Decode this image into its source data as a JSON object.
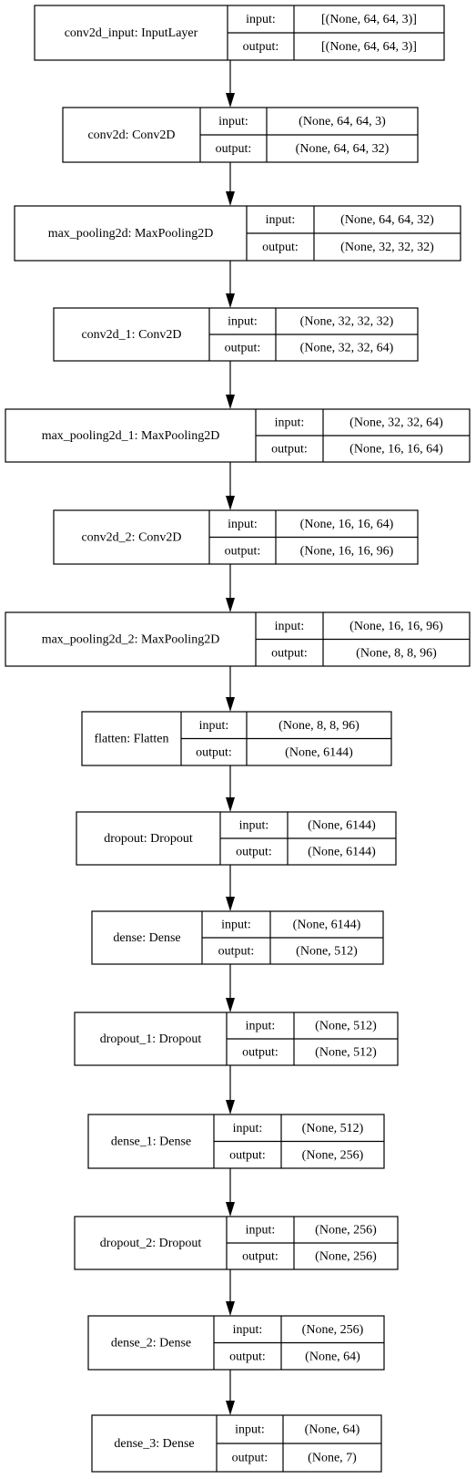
{
  "diagram": {
    "labels": {
      "input": "input:",
      "output": "output:"
    },
    "layers": [
      {
        "name": "conv2d_input: InputLayer",
        "input": "[(None, 64, 64, 3)]",
        "output": "[(None, 64, 64, 3)]"
      },
      {
        "name": "conv2d: Conv2D",
        "input": "(None, 64, 64, 3)",
        "output": "(None, 64, 64, 32)"
      },
      {
        "name": "max_pooling2d: MaxPooling2D",
        "input": "(None, 64, 64, 32)",
        "output": "(None, 32, 32, 32)"
      },
      {
        "name": "conv2d_1: Conv2D",
        "input": "(None, 32, 32, 32)",
        "output": "(None, 32, 32, 64)"
      },
      {
        "name": "max_pooling2d_1: MaxPooling2D",
        "input": "(None, 32, 32, 64)",
        "output": "(None, 16, 16, 64)"
      },
      {
        "name": "conv2d_2: Conv2D",
        "input": "(None, 16, 16, 64)",
        "output": "(None, 16, 16, 96)"
      },
      {
        "name": "max_pooling2d_2: MaxPooling2D",
        "input": "(None, 16, 16, 96)",
        "output": "(None, 8, 8, 96)"
      },
      {
        "name": "flatten: Flatten",
        "input": "(None, 8, 8, 96)",
        "output": "(None, 6144)"
      },
      {
        "name": "dropout: Dropout",
        "input": "(None, 6144)",
        "output": "(None, 6144)"
      },
      {
        "name": "dense: Dense",
        "input": "(None, 6144)",
        "output": "(None, 512)"
      },
      {
        "name": "dropout_1: Dropout",
        "input": "(None, 512)",
        "output": "(None, 512)"
      },
      {
        "name": "dense_1: Dense",
        "input": "(None, 512)",
        "output": "(None, 256)"
      },
      {
        "name": "dropout_2: Dropout",
        "input": "(None, 256)",
        "output": "(None, 256)"
      },
      {
        "name": "dense_2: Dense",
        "input": "(None, 256)",
        "output": "(None, 64)"
      },
      {
        "name": "dense_3: Dense",
        "input": "(None, 64)",
        "output": "(None, 7)"
      }
    ]
  }
}
